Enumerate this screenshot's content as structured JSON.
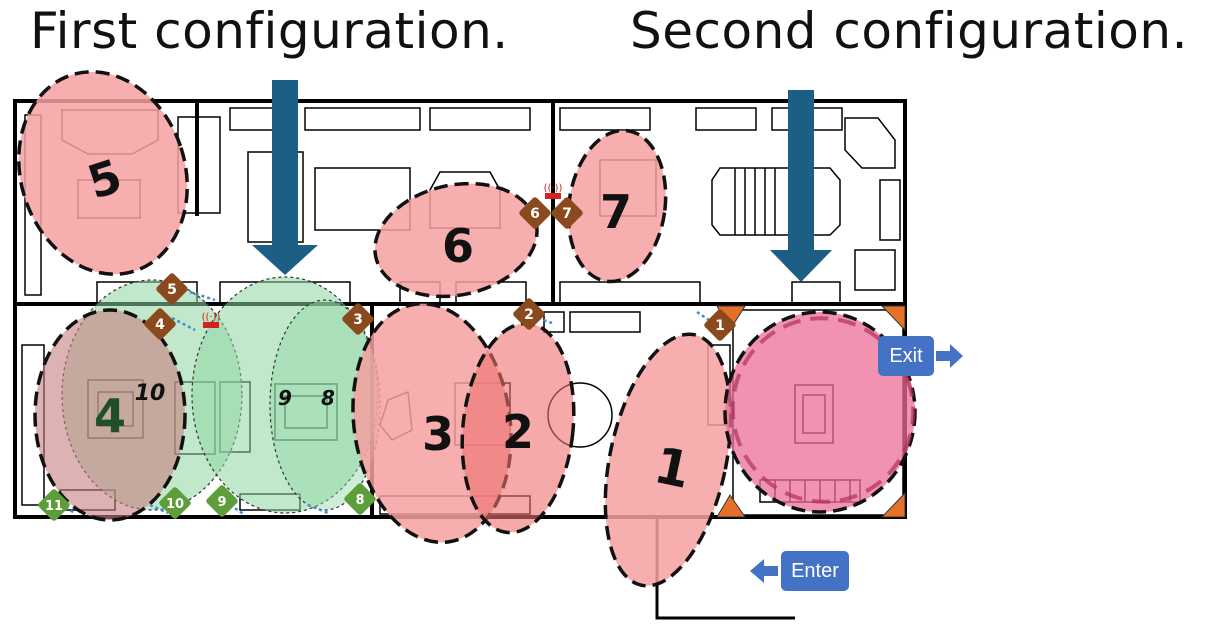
{
  "titles": {
    "first": "First configuration.",
    "second": "Second configuration."
  },
  "buttons": {
    "exit": "Exit",
    "enter": "Enter"
  },
  "colors": {
    "zone_red": "#f4a0a0",
    "zone_green": "#8fd6a3",
    "arrow_blue": "#1d5f84",
    "sensor_brown": "#8b4a1e",
    "sensor_green": "#5e9e3a",
    "door_orange": "#e5702a",
    "exit_zone_pink": "#ec6f96"
  },
  "zones": [
    {
      "id": "z1",
      "label": "1",
      "color": "red"
    },
    {
      "id": "z2",
      "label": "2",
      "color": "red"
    },
    {
      "id": "z3",
      "label": "3",
      "color": "red"
    },
    {
      "id": "z4",
      "label": "4",
      "color": "red"
    },
    {
      "id": "z5",
      "label": "5",
      "color": "red"
    },
    {
      "id": "z6",
      "label": "6",
      "color": "red"
    },
    {
      "id": "z7",
      "label": "7",
      "color": "red"
    },
    {
      "id": "z8",
      "label": "8",
      "color": "green"
    },
    {
      "id": "z9",
      "label": "9",
      "color": "green"
    },
    {
      "id": "z10",
      "label": "10",
      "color": "green"
    }
  ],
  "sensors_first": [
    "1",
    "2",
    "3",
    "4",
    "5",
    "6",
    "7"
  ],
  "sensors_second": [
    "8",
    "9",
    "10",
    "11"
  ]
}
